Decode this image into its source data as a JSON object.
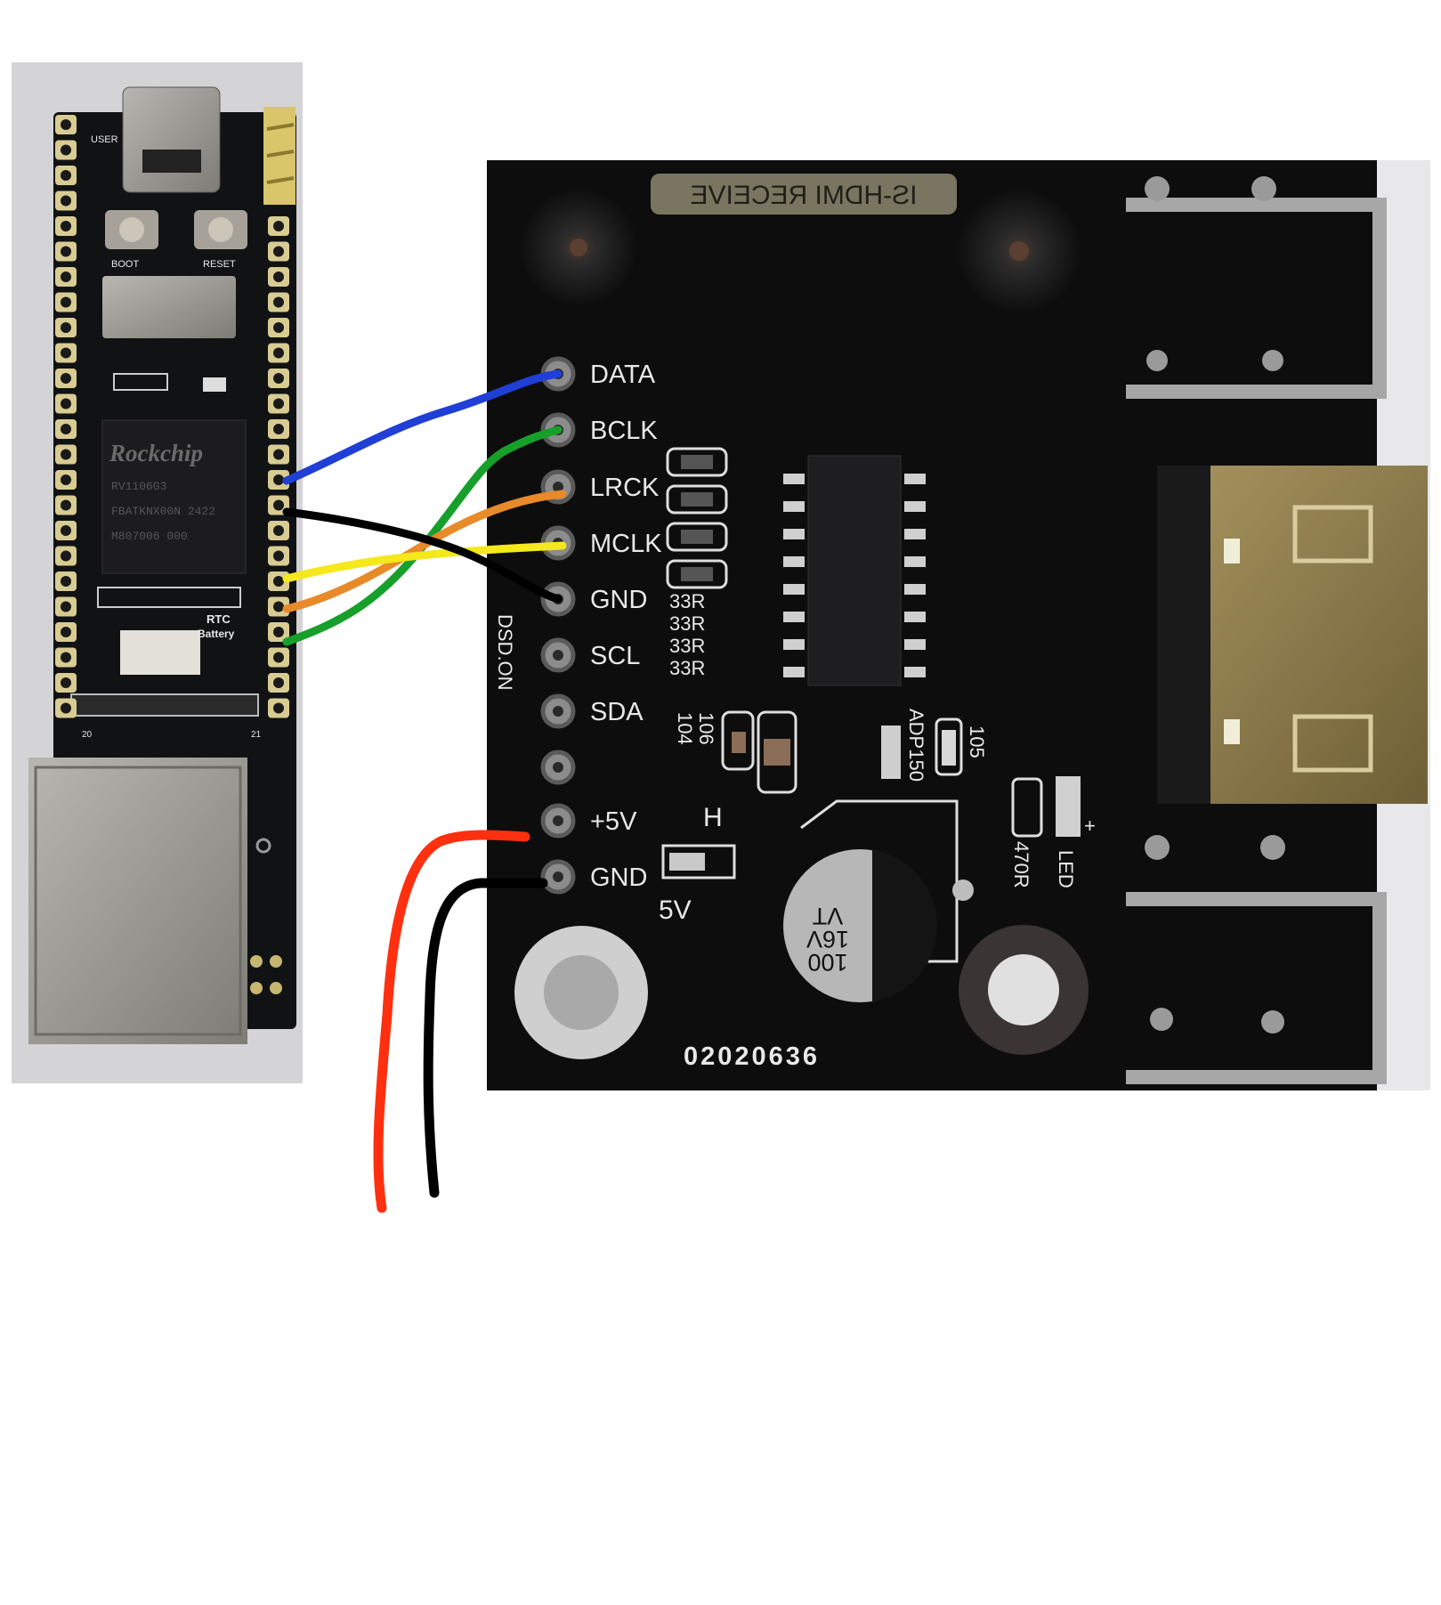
{
  "left_board": {
    "brand": "Rockchip",
    "chip_lines": [
      "RV1106G3",
      "FBATKNX00N 2422",
      "M807006 000"
    ],
    "labels": {
      "user": "USER",
      "boot": "BOOT",
      "reset": "RESET",
      "rtc": "RTC",
      "battery": "Battery",
      "pin_20": "20",
      "pin_21": "21"
    }
  },
  "right_board": {
    "title_plate": "IS-HDMI RECEIVE",
    "pins": [
      "DATA",
      "BCLK",
      "LRCK",
      "MCLK",
      "GND",
      "SCL",
      "SDA",
      "",
      "+5V",
      "GND"
    ],
    "resistor_labels": [
      "33R",
      "33R",
      "33R",
      "33R"
    ],
    "dsd_label": "DSD.ON",
    "cap_labels": [
      "106",
      "104"
    ],
    "regulator_label": "ADP150",
    "label_105": "105",
    "label_470r": "470R",
    "led_label": "LED",
    "plus_label": "+",
    "jumper_h": "H",
    "jumper_5v": "5V",
    "capacitor_text": [
      "VT",
      "16V",
      "100"
    ],
    "serial": "02020636"
  },
  "wires": [
    {
      "name": "data",
      "color": "#1f3fd6"
    },
    {
      "name": "bclk",
      "color": "#16a02a"
    },
    {
      "name": "lrck",
      "color": "#e8892a"
    },
    {
      "name": "mclk",
      "color": "#f5e81c"
    },
    {
      "name": "gnd",
      "color": "#000000"
    },
    {
      "name": "power-5v",
      "color": "#ff3010"
    },
    {
      "name": "power-gnd",
      "color": "#000000"
    }
  ]
}
